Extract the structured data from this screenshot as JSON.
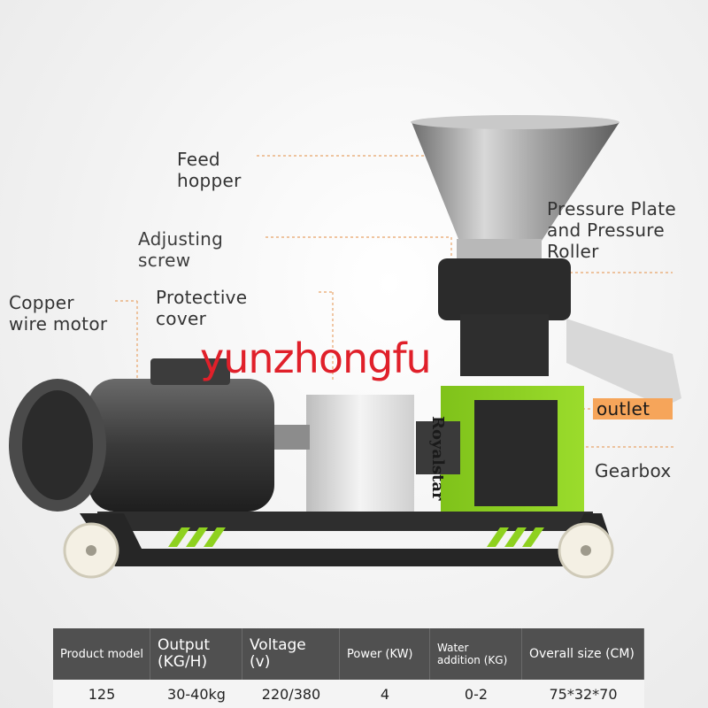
{
  "labels": {
    "feed_hopper": "Feed\nhopper",
    "adjusting_screw": "Adjusting\nscrew",
    "copper_motor": "Copper\nwire motor",
    "protective_cover": "Protective\ncover",
    "pressure_plate": "Pressure Plate\nand Pressure\nRoller",
    "outlet": "outlet",
    "gearbox": "Gearbox"
  },
  "watermark": "yunzhongfu",
  "brand": "Royalstar",
  "colors": {
    "accent_green": "#8ed11f",
    "outlet_bg": "#f6a55a",
    "watermark": "#e0202a",
    "table_header": "#505050"
  },
  "spec_table": {
    "headers": [
      "Product model",
      "Output\n(KG/H)",
      "Voltage\n(v)",
      "Power (KW)",
      "Water\naddition (KG)",
      "Overall size (CM)"
    ],
    "row": [
      "125",
      "30-40kg",
      "220/380",
      "4",
      "0-2",
      "75*32*70"
    ]
  }
}
